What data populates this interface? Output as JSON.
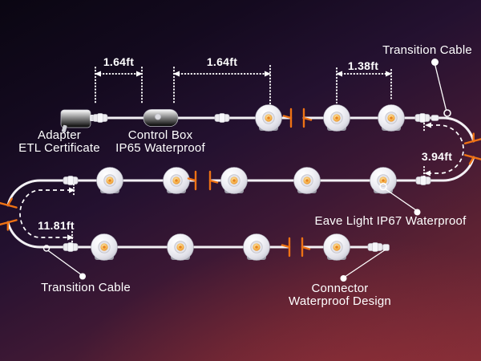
{
  "diagram": {
    "measurements": {
      "adapter_to_control_box": "1.64ft",
      "control_box_to_light": "1.64ft",
      "light_spacing": "1.38ft",
      "right_transition_length": "3.94ft",
      "left_transition_length": "11.81ft"
    },
    "labels": {
      "transition_cable_top": "Transition Cable",
      "transition_cable_bottom": "Transition Cable",
      "adapter_line1": "Adapter",
      "adapter_line2": "ETL Certificate",
      "control_box_line1": "Control Box",
      "control_box_line2": "IP65 Waterproof",
      "eave_light": "Eave Light IP67 Waterproof",
      "connector_line1": "Connector",
      "connector_line2": "Waterproof Design"
    },
    "colors": {
      "background_top": "#0a0612",
      "background_mid": "#3d1834",
      "background_bottom": "#7c2c37",
      "cable": "#f3f1f5",
      "break_mark": "#ee7214",
      "led_core": "#e8831d",
      "text": "#ffffff"
    }
  }
}
